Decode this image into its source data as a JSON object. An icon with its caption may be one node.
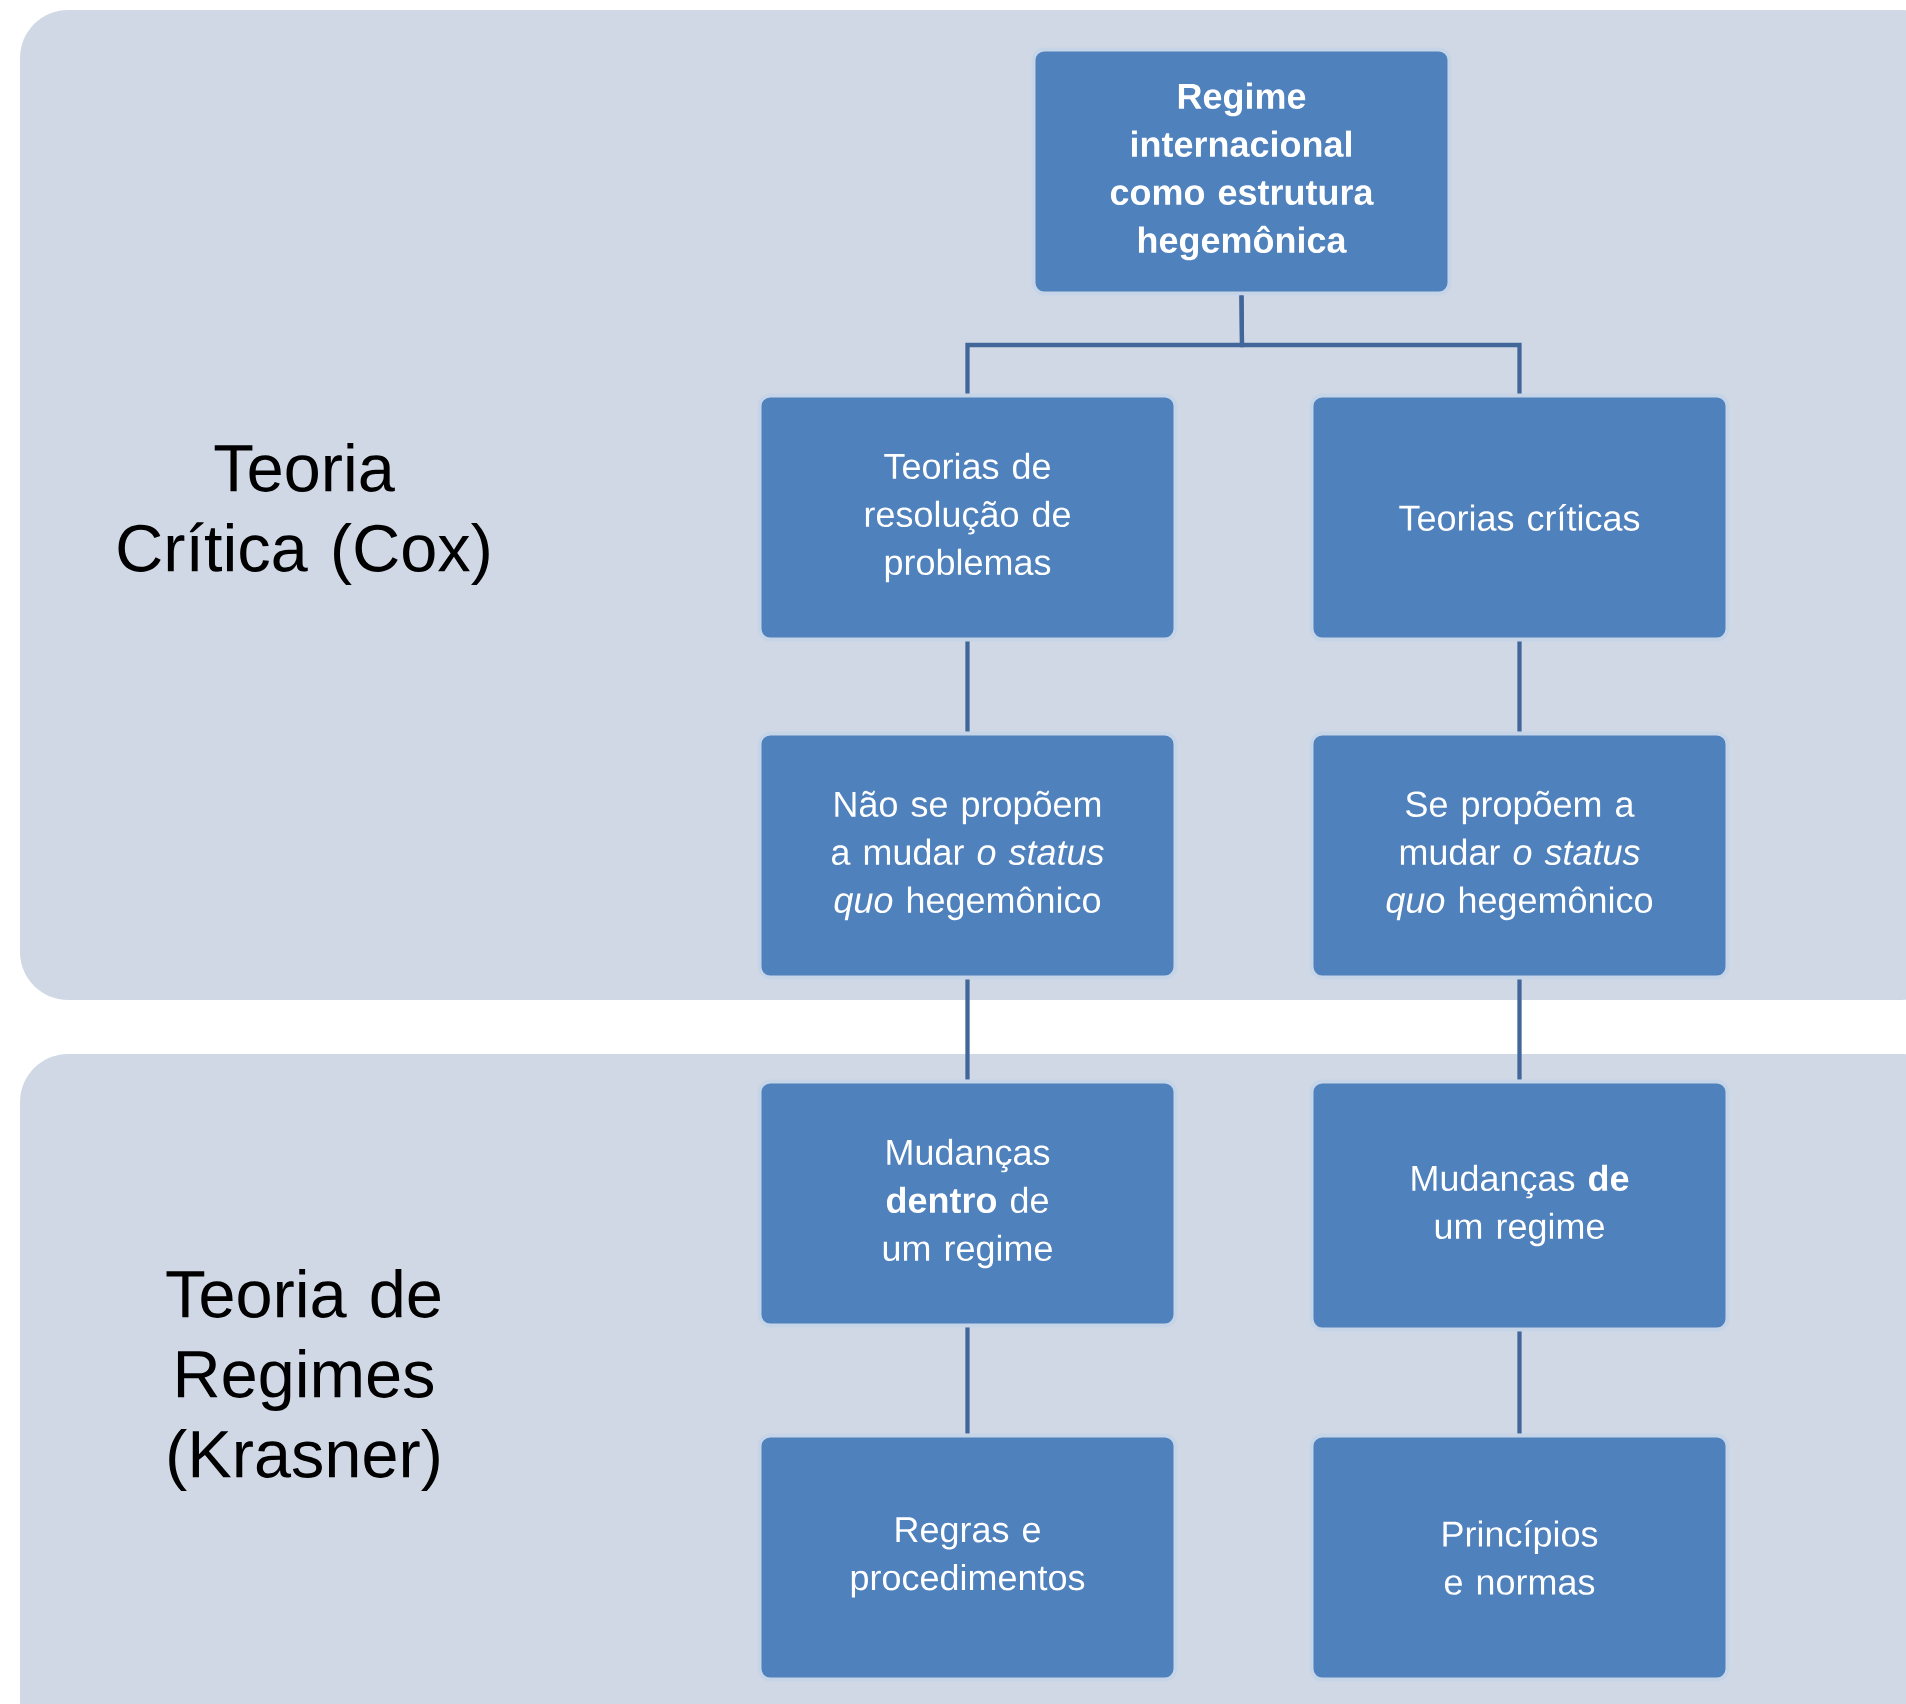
{
  "diagram": {
    "nodes": [
      {
        "text": [
          "Teoria Crítica (Cox)"
        ]
      },
      {
        "text": [
          "Regime internacional como estrutura hegemônica"
        ],
        "in": 0
      },
      {
        "text": [
          "Teorias de resolução de problemas"
        ],
        "in": 0
      },
      {
        "text": [
          "Teorias críticas"
        ],
        "in": 0
      },
      {
        "text": [
          "Não se propõem a mudar *o status quo* hegemônico"
        ],
        "in": 0
      },
      {
        "text": [
          "Se propõem a mudar *o status quo* hegemônico"
        ],
        "in": 0
      },
      {
        "text": [
          "Teoria de Regimes (Krasner)"
        ]
      },
      {
        "text": [
          "Mudanças **dentro** de um regime"
        ],
        "in": 6
      },
      {
        "text": [
          "Mudanças **de** um regime"
        ],
        "in": 6
      },
      {
        "text": [
          "Regras e procedimentos"
        ],
        "in": 6
      },
      {
        "text": [
          "Princípios e normas"
        ],
        "in": 6
      }
    ],
    "edges": [
      {
        "from": 1,
        "to": 2,
        "arrow": "none"
      },
      {
        "from": 1,
        "to": 3,
        "arrow": "none"
      },
      {
        "from": 2,
        "to": 4,
        "arrow": "none"
      },
      {
        "from": 3,
        "to": 5,
        "arrow": "none"
      },
      {
        "from": 4,
        "to": 7,
        "arrow": "none"
      },
      {
        "from": 5,
        "to": 8,
        "arrow": "none"
      },
      {
        "from": 7,
        "to": 9,
        "arrow": "none"
      },
      {
        "from": 8,
        "to": 10,
        "arrow": "none"
      }
    ]
  }
}
